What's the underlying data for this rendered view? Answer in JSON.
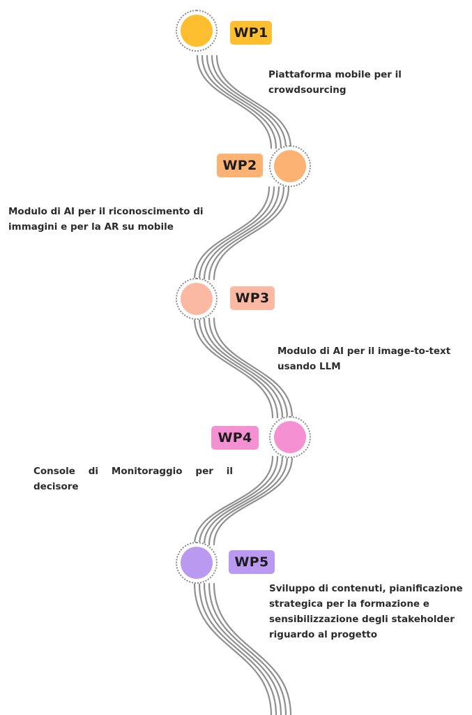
{
  "packages": [
    {
      "label": "WP1",
      "description": "Piattaforma mobile per il crowdsourcing",
      "color": "#fdbe2f"
    },
    {
      "label": "WP2",
      "description": "Modulo di AI per il riconoscimento di immagini e per la AR su mobile",
      "color": "#fbb272"
    },
    {
      "label": "WP3",
      "description": "Modulo di AI per il image-to-text usando LLM",
      "color": "#fbb9a3"
    },
    {
      "label": "WP4",
      "description": "Console di Monitoraggio per il decisore",
      "color": "#f591d2"
    },
    {
      "label": "WP5",
      "description": "Sviluppo di contenuti, pianificazione strategica per la formazione e sensibilizzazione degli stakeholder riguardo al progetto",
      "color": "#b99af0"
    }
  ]
}
